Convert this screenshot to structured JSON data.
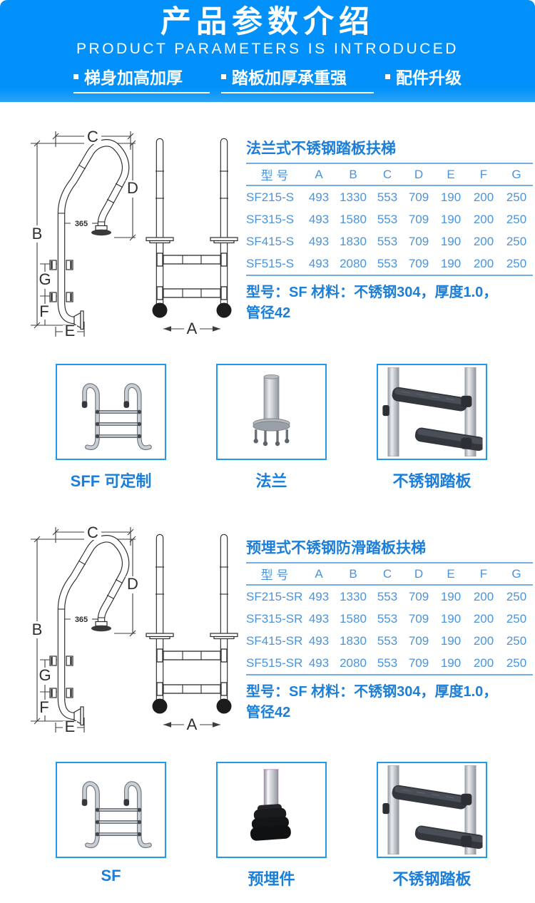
{
  "hero": {
    "title": "产品参数介绍",
    "subtitle": "PRODUCT PARAMETERS IS INTRODUCED",
    "bullets": [
      "梯身加高加厚",
      "踏板加厚承重强",
      "配件升级"
    ]
  },
  "diagram": {
    "labels": {
      "A": "A",
      "B": "B",
      "C": "C",
      "D": "D",
      "E": "E",
      "F": "F",
      "G": "G"
    },
    "dim_value": "365"
  },
  "sections": [
    {
      "title": "法兰式不锈钢踏板扶梯",
      "table": {
        "headers": [
          "型 号",
          "A",
          "B",
          "C",
          "D",
          "E",
          "F",
          "G"
        ],
        "rows": [
          [
            "SF215-S",
            "493",
            "1330",
            "553",
            "709",
            "190",
            "200",
            "250"
          ],
          [
            "SF315-S",
            "493",
            "1580",
            "553",
            "709",
            "190",
            "200",
            "250"
          ],
          [
            "SF415-S",
            "493",
            "1830",
            "553",
            "709",
            "190",
            "200",
            "250"
          ],
          [
            "SF515-S",
            "493",
            "2080",
            "553",
            "709",
            "190",
            "200",
            "250"
          ]
        ]
      },
      "note_lines": [
        "型号：SF 材料：不锈钢304，厚度1.0，",
        "管径42"
      ],
      "photos": [
        {
          "caption": "SFF 可定制",
          "icon": "ladder-photo"
        },
        {
          "caption": "法兰",
          "icon": "flange-photo"
        },
        {
          "caption": "不锈钢踏板",
          "icon": "step-photo"
        }
      ]
    },
    {
      "title": "预埋式不锈钢防滑踏板扶梯",
      "table": {
        "headers": [
          "型 号",
          "A",
          "B",
          "C",
          "D",
          "E",
          "F",
          "G"
        ],
        "rows": [
          [
            "SF215-SR",
            "493",
            "1330",
            "553",
            "709",
            "190",
            "200",
            "250"
          ],
          [
            "SF315-SR",
            "493",
            "1580",
            "553",
            "709",
            "190",
            "200",
            "250"
          ],
          [
            "SF415-SR",
            "493",
            "1830",
            "553",
            "709",
            "190",
            "200",
            "250"
          ],
          [
            "SF515-SR",
            "493",
            "2080",
            "553",
            "709",
            "190",
            "200",
            "250"
          ]
        ]
      },
      "note_lines": [
        "型号：SF 材料：不锈钢304，厚度1.0，",
        "管径42"
      ],
      "photos": [
        {
          "caption": "SF",
          "icon": "ladder-photo"
        },
        {
          "caption": "预埋件",
          "icon": "anchor-photo"
        },
        {
          "caption": "不锈钢踏板",
          "icon": "step-photo"
        }
      ]
    }
  ],
  "colors": {
    "hero_blue": "#0291fb",
    "accent_blue": "#1b7ed8",
    "table_text_blue": "#4a94dc",
    "table_line_blue": "#74aee1",
    "photo_border_blue": "#1e9ae8"
  }
}
